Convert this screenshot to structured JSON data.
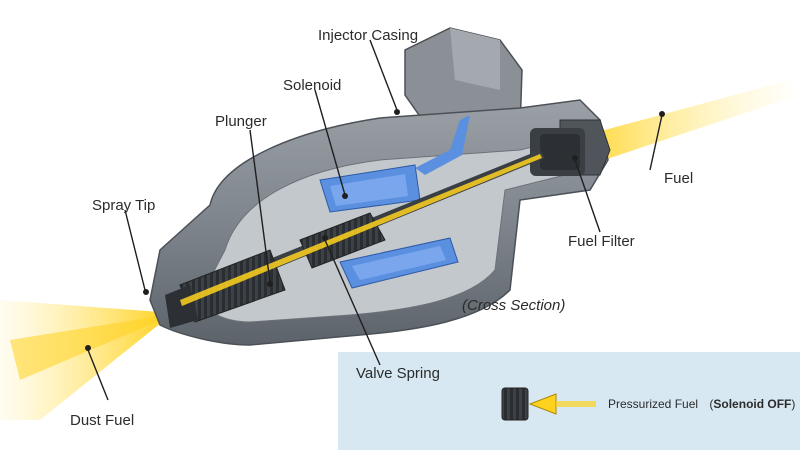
{
  "labels": {
    "injector_casing": "Injector Casing",
    "solenoid": "Solenoid",
    "plunger": "Plunger",
    "spray_tip": "Spray Tip",
    "fuel": "Fuel",
    "fuel_filter": "Fuel Filter",
    "cross_section": "(Cross Section)",
    "valve_spring": "Valve Spring",
    "dust_fuel": "Dust Fuel"
  },
  "legend": {
    "text": "Pressurized Fuel",
    "state_open": "(",
    "state": "Solenoid OFF",
    "state_close": ")"
  },
  "colors": {
    "casing": "#8a9096",
    "casing_dark": "#5f666d",
    "interior": "#c3c8cd",
    "solenoid_blue": "#5b8fe0",
    "fuel_yellow": "#ffd21f",
    "legend_bg": "#d7e8f2"
  }
}
